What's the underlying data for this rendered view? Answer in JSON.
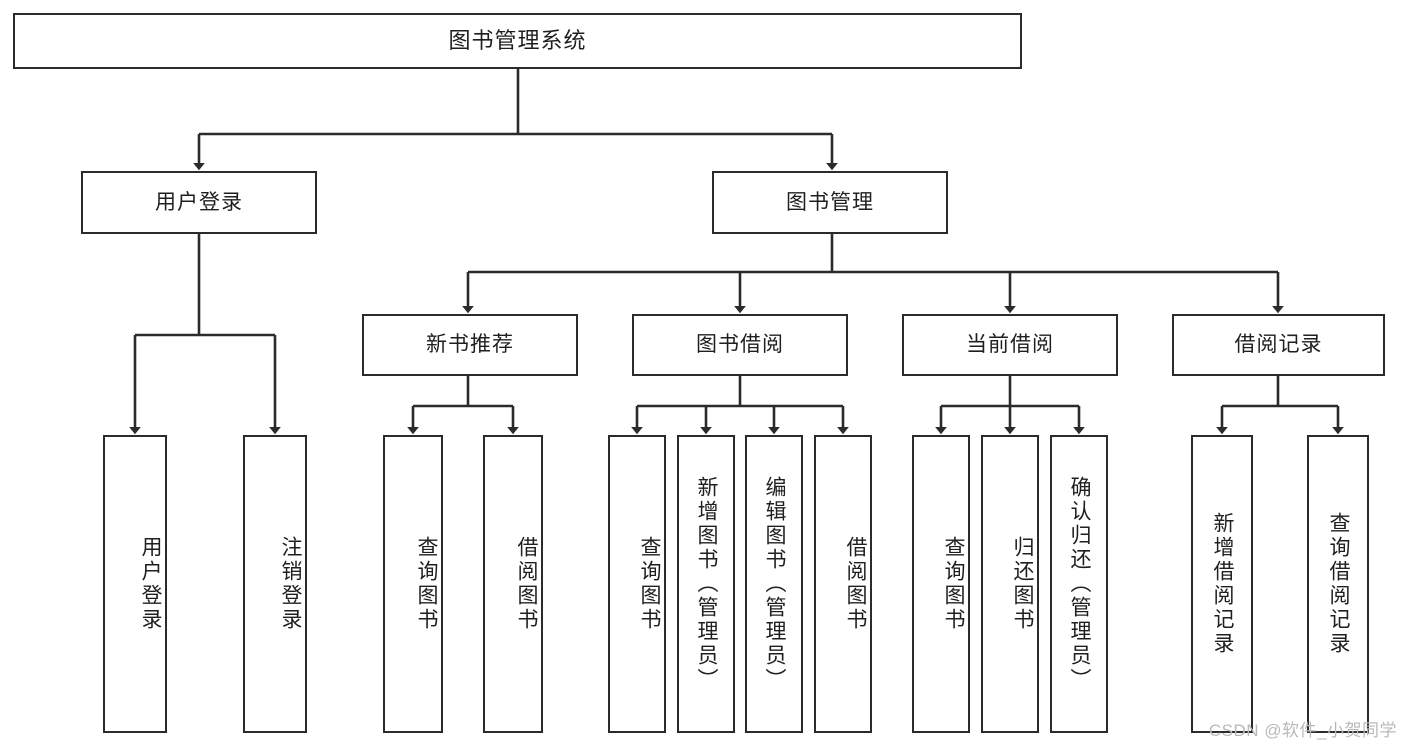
{
  "diagram": {
    "title": "图书管理系统",
    "watermark": "CSDN @软件_小贺同学",
    "line_color": "#2b2b2b",
    "box_fill": "#ffffff",
    "text_color": "#1f1f1f",
    "watermark_color": "#b9b9b9",
    "levels": {
      "root": "图书管理系统",
      "level1": [
        "用户登录",
        "图书管理"
      ],
      "level2": [
        "新书推荐",
        "图书借阅",
        "当前借阅",
        "借阅记录"
      ]
    },
    "nodes": {
      "root": "图书管理系统",
      "user_login": "用户登录",
      "book_manage": "图书管理",
      "new_book_rec": "新书推荐",
      "book_borrow": "图书借阅",
      "current_borrow": "当前借阅",
      "borrow_record": "借阅记录",
      "leaf_user_login": "用户登录",
      "leaf_logout": "注销登录",
      "leaf_query_book_a": "查询图书",
      "leaf_borrow_book_a": "借阅图书",
      "leaf_query_book_b": "查询图书",
      "leaf_add_book": "新增图书（管理员）",
      "leaf_edit_book": "编辑图书（管理员）",
      "leaf_borrow_book_b": "借阅图书",
      "leaf_query_book_c": "查询图书",
      "leaf_return_book": "归还图书",
      "leaf_confirm_return": "确认归还（管理员）",
      "leaf_add_record": "新增借阅记录",
      "leaf_query_record": "查询借阅记录"
    },
    "tree": [
      {
        "label": "用户登录",
        "children": [
          "用户登录",
          "注销登录"
        ]
      },
      {
        "label": "图书管理",
        "children": [
          {
            "label": "新书推荐",
            "children": [
              "查询图书",
              "借阅图书"
            ]
          },
          {
            "label": "图书借阅",
            "children": [
              "查询图书",
              "新增图书（管理员）",
              "编辑图书（管理员）",
              "借阅图书"
            ]
          },
          {
            "label": "当前借阅",
            "children": [
              "查询图书",
              "归还图书",
              "确认归还（管理员）"
            ]
          },
          {
            "label": "借阅记录",
            "children": [
              "新增借阅记录",
              "查询借阅记录"
            ]
          }
        ]
      }
    ]
  }
}
